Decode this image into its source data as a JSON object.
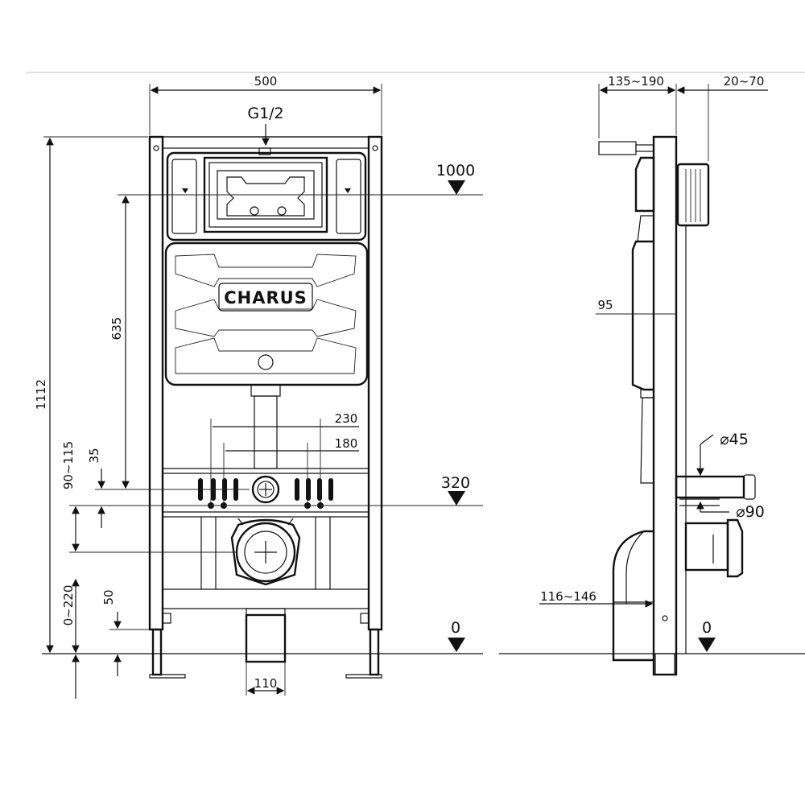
{
  "front_view": {
    "brand": "CHARUS",
    "dimensions": {
      "width": "500",
      "height": "1112",
      "supply": "G1/2",
      "level_top": "1000",
      "level_mid": "320",
      "level_floor": "0",
      "height_635": "635",
      "bolt_outer": "230",
      "bolt_inner": "180",
      "offset_35": "35",
      "range_90_115": "90~115",
      "range_0_220": "0~220",
      "height_50": "50",
      "outlet_110": "110"
    }
  },
  "side_view": {
    "dimensions": {
      "depth": "135~190",
      "plate": "20~70",
      "wall_95": "95",
      "pipe_small": "⌀45",
      "pipe_large": "⌀90",
      "range_116_146": "116~146",
      "level_floor": "0"
    }
  }
}
